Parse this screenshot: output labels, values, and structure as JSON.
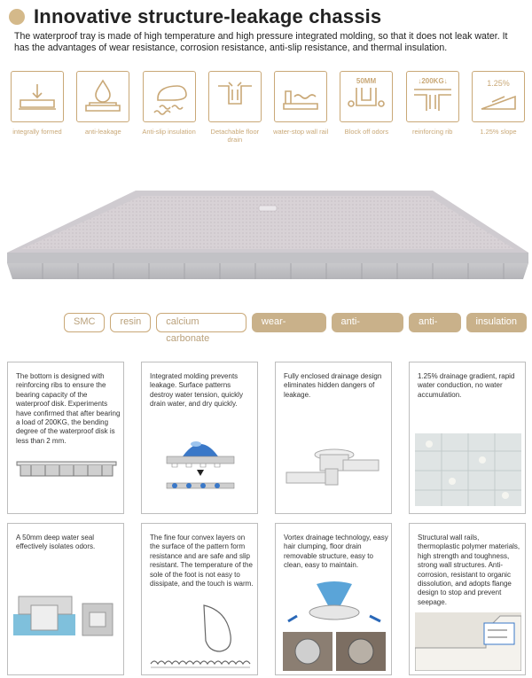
{
  "title": "Innovative structure-leakage chassis",
  "intro": "The waterproof tray is made of high temperature and high pressure integrated molding, so that it does not leak water. It has the advantages of wear resistance, corrosion resistance, anti-slip resistance, and thermal insulation.",
  "colors": {
    "accent": "#c9a877",
    "tag_fill": "#c9b18a",
    "tray": "#d2cdd2"
  },
  "features": [
    {
      "icon": "tray-frame-icon",
      "label": "integrally formed"
    },
    {
      "icon": "water-drop-icon",
      "label": "anti-leakage"
    },
    {
      "icon": "foot-icon",
      "label": "Anti-slip insulation"
    },
    {
      "icon": "floor-drain-icon",
      "label": "Detachable floor drain"
    },
    {
      "icon": "wall-rail-icon",
      "label": "water-stop wall rail"
    },
    {
      "icon": "odor-block-icon",
      "label": "Block off odors",
      "badge": "50MM"
    },
    {
      "icon": "reinforcing-rib-icon",
      "label": "reinforcing rib",
      "badge": "↓200KG↓"
    },
    {
      "icon": "slope-icon",
      "label": "1.25% slope",
      "badge": "1.25%"
    }
  ],
  "tags": [
    {
      "label": "SMC",
      "filled": false
    },
    {
      "label": "resin",
      "filled": false
    },
    {
      "label": "calcium carbonate",
      "filled": false
    },
    {
      "label": "wear-resistant",
      "filled": true
    },
    {
      "label": "anti-corrosion",
      "filled": true
    },
    {
      "label": "anti-skid",
      "filled": true
    },
    {
      "label": "insulation",
      "filled": true
    }
  ],
  "cards": [
    {
      "text": "The bottom is designed with reinforcing ribs to ensure the bearing capacity of the waterproof disk. Experiments have confirmed that after bearing a load of 200KG, the bending degree of the waterproof disk is less than 2 mm."
    },
    {
      "text": "Integrated molding prevents leakage. Surface patterns destroy water tension, quickly drain water, and dry quickly."
    },
    {
      "text": "Fully enclosed drainage design eliminates hidden dangers of leakage."
    },
    {
      "text": "1.25% drainage gradient, rapid water conduction, no water accumulation."
    },
    {
      "text": "A 50mm deep water seal effectively isolates odors."
    },
    {
      "text": "The fine four convex layers on the surface of the pattern form resistance and are safe and slip resistant. The temperature of the sole of the foot is not easy to dissipate, and the touch is warm."
    },
    {
      "text": "Vortex drainage technology, easy hair clumping, floor drain removable structure, easy to clean, easy to maintain."
    },
    {
      "text": "Structural wall rails, thermoplastic polymer materials, high strength and toughness, strong wall structures. Anti-corrosion, resistant to organic dissolution, and adopts flange design to stop and prevent seepage."
    }
  ]
}
